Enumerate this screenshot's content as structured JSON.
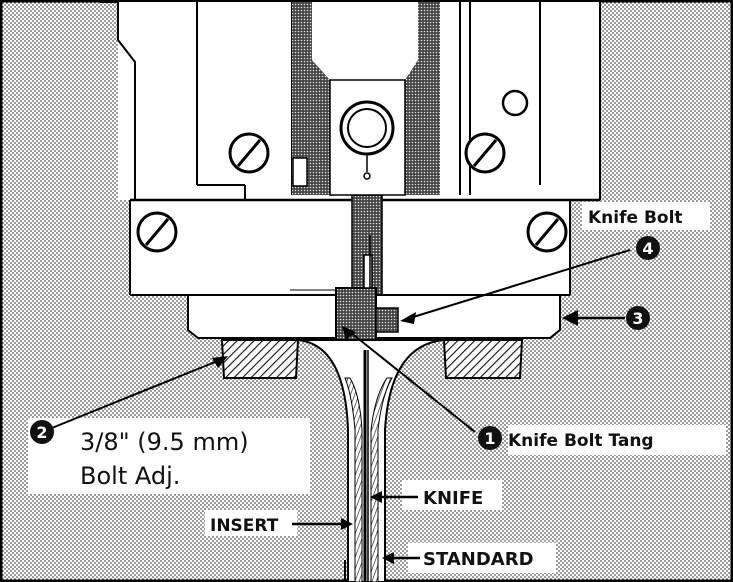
{
  "labels": {
    "knife_bolt": "Knife Bolt",
    "knife_bolt_tang": "Knife Bolt Tang",
    "bolt_adj_line1": "3/8\" (9.5 mm)",
    "bolt_adj_line2": "Bolt Adj.",
    "knife": "KNIFE",
    "insert": "INSERT",
    "standard": "STANDARD"
  },
  "callouts": {
    "c1": "1",
    "c2": "2",
    "c3": "3",
    "c4": "4"
  }
}
